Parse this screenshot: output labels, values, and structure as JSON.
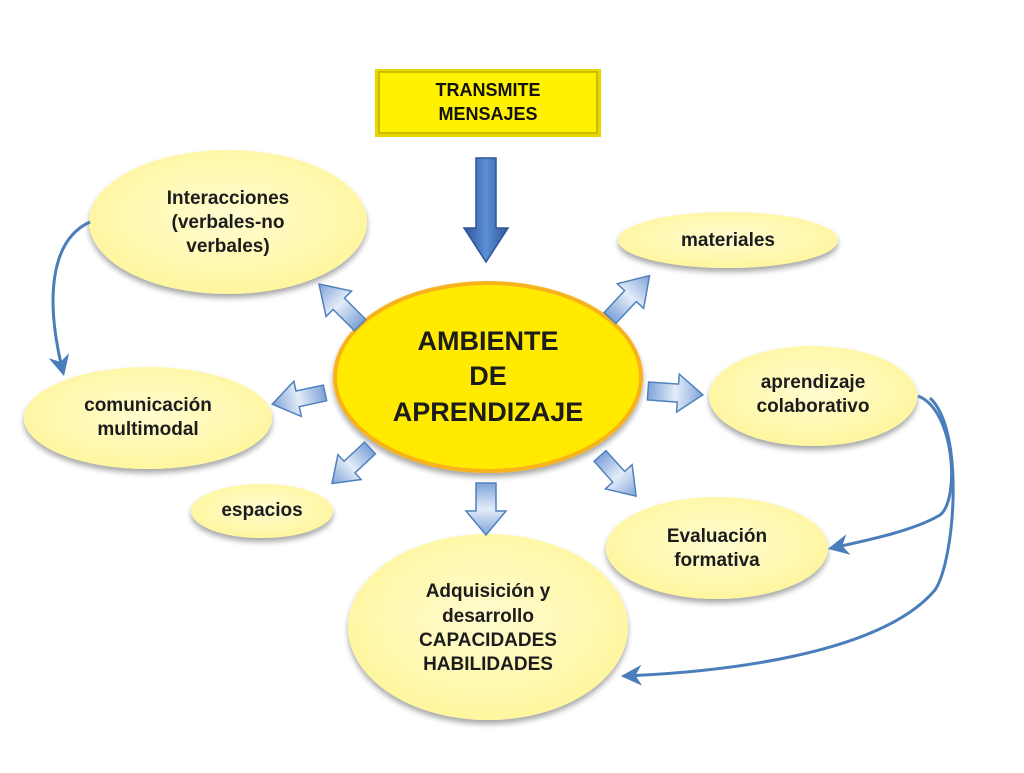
{
  "diagram": {
    "title_box": {
      "lines": [
        "TRANSMITE",
        "MENSAJES"
      ],
      "color": "#FFF200"
    },
    "center": {
      "lines": [
        "AMBIENTE",
        "DE",
        "APRENDIZAJE"
      ],
      "fill": "#FFEA00",
      "border": "#F7B21B"
    },
    "nodes": {
      "interacciones": {
        "lines": [
          "Interacciones",
          "(verbales-no",
          "verbales)"
        ]
      },
      "comunicacion": {
        "lines": [
          "comunicación",
          "multimodal"
        ]
      },
      "espacios": {
        "lines": [
          "espacios"
        ]
      },
      "adquisicion": {
        "lines": [
          "Adquisición y",
          "desarrollo",
          "CAPACIDADES",
          "HABILIDADES"
        ]
      },
      "evaluacion": {
        "lines": [
          "Evaluación",
          "formativa"
        ]
      },
      "aprendizaje": {
        "lines": [
          "aprendizaje",
          "colaborativo"
        ]
      },
      "materiales": {
        "lines": [
          "materiales"
        ]
      }
    },
    "colors": {
      "node_fill": "#FFF8A8",
      "arrow_dark": "#4F81BD",
      "arrow_light": "#A9C4EB",
      "connector": "#4A7EBB"
    }
  }
}
